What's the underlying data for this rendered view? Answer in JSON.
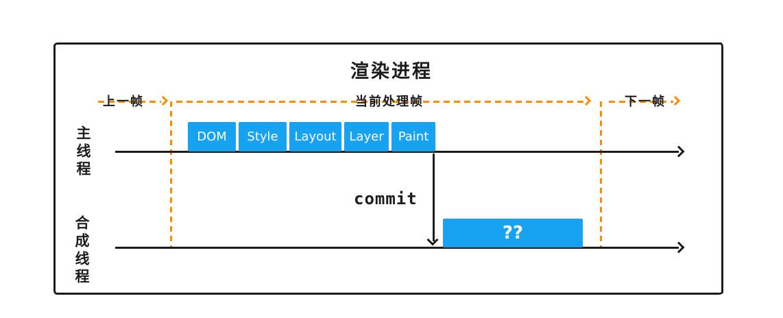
{
  "title": "渲染进程",
  "frame_markers": {
    "previous_label": "上一帧",
    "current_label": "当前处理帧",
    "next_label": "下一帧"
  },
  "threads": {
    "main_label": "主线程",
    "compositor_label": "合成线程"
  },
  "pipeline_stages": [
    "DOM",
    "Style",
    "Layout",
    "Layer",
    "Paint"
  ],
  "commit_label": "commit",
  "compositor_task_label": "??",
  "colors": {
    "stage_blue": "#18A3F2",
    "marker_orange": "#FB8C00",
    "ink_black": "#1C1C1C"
  }
}
